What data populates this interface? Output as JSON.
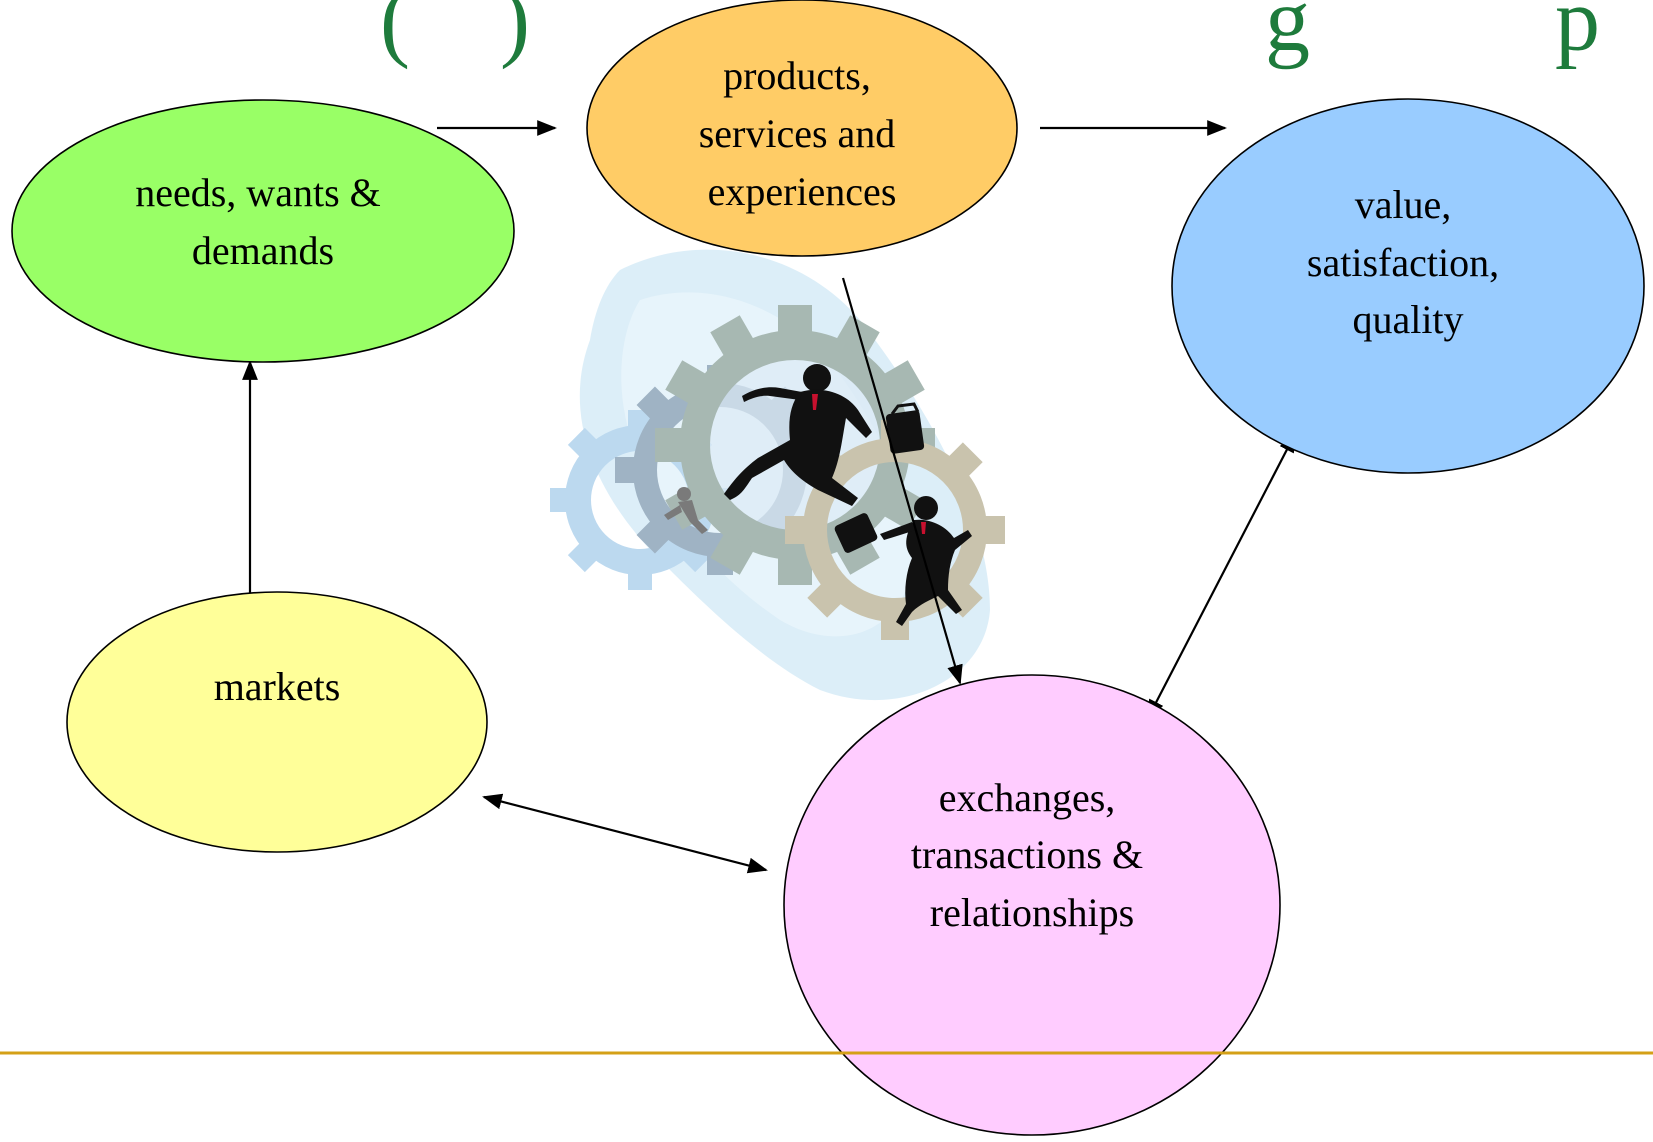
{
  "title": {
    "visible_fragment": "(   )        g       p"
  },
  "colors": {
    "title": "#1e7b3c",
    "needs": "#99ff66",
    "products": "#ffcc66",
    "value": "#99ccff",
    "markets": "#ffff99",
    "exchanges": "#ffccff",
    "footer_rule": "#d4a017",
    "clipart_backdrop": "#cfe6f5"
  },
  "nodes": {
    "needs": {
      "lines": [
        "needs, wants &",
        "demands"
      ]
    },
    "products": {
      "lines": [
        "products,",
        "services and",
        "experiences"
      ]
    },
    "value": {
      "lines": [
        "value,",
        "satisfaction,",
        "quality"
      ]
    },
    "markets": {
      "lines": [
        "markets"
      ]
    },
    "exchanges": {
      "lines": [
        "exchanges,",
        "transactions &",
        "relationships"
      ]
    }
  },
  "clipart": {
    "icon": "businessmen-running-through-gears-icon"
  }
}
